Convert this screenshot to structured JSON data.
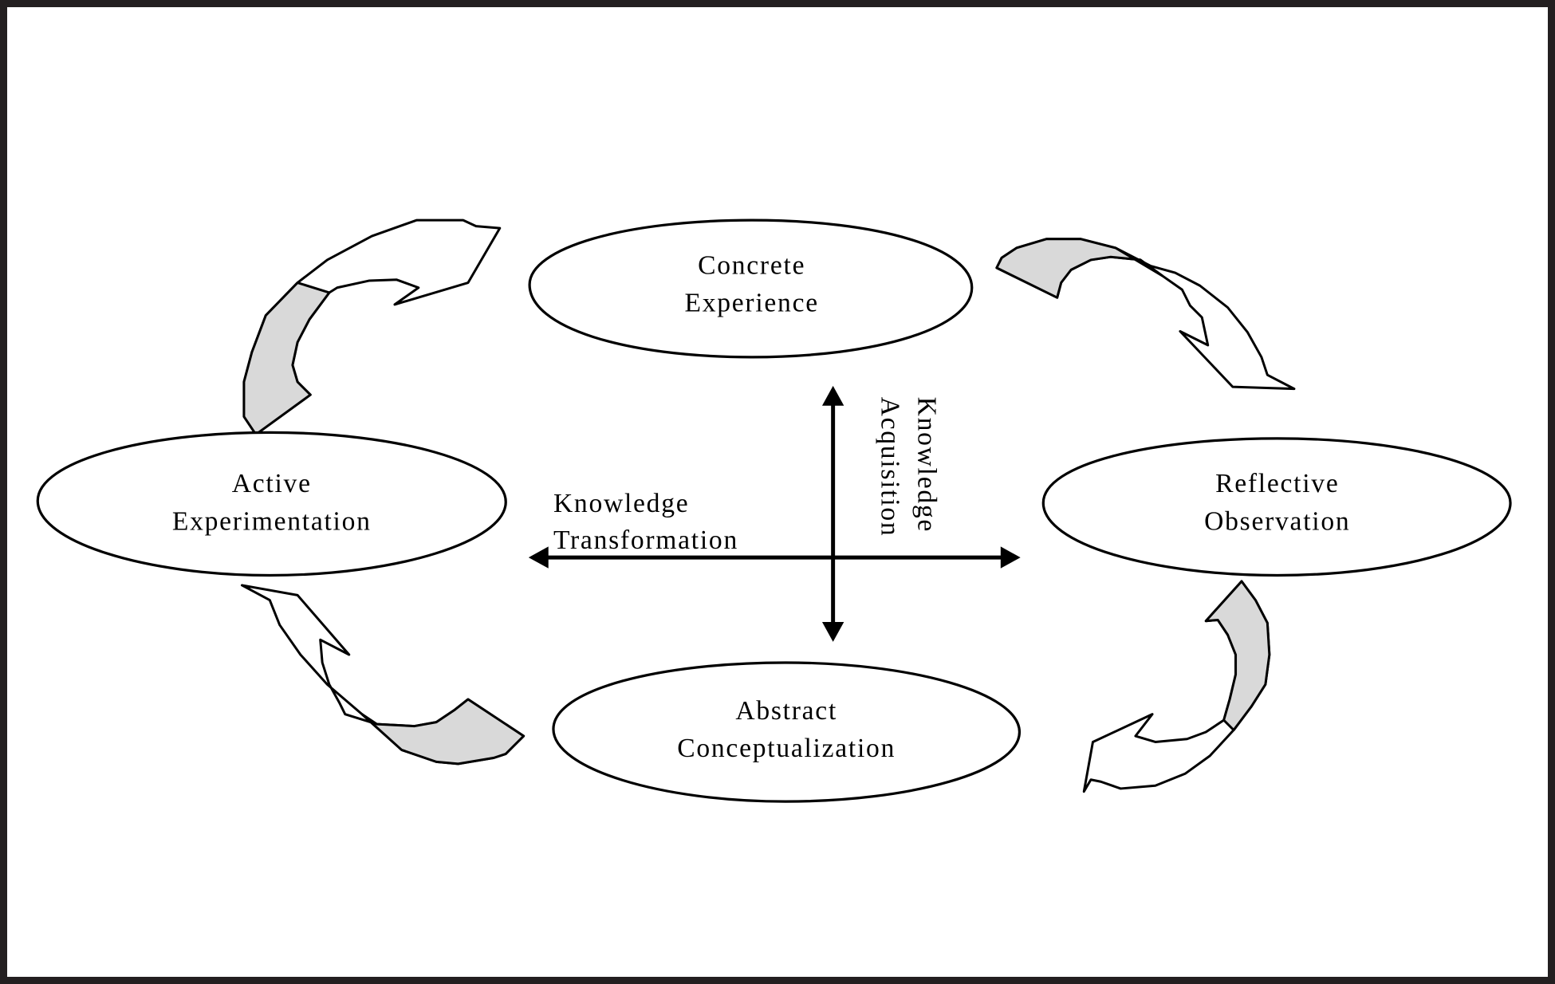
{
  "diagram": {
    "title": "Experiential learning cycle",
    "nodes": [
      {
        "id": "concrete",
        "line1": "Concrete",
        "line2": "Experience"
      },
      {
        "id": "reflective",
        "line1": "Reflective",
        "line2": "Observation"
      },
      {
        "id": "abstract",
        "line1": "Abstract",
        "line2": "Conceptualization"
      },
      {
        "id": "active",
        "line1": "Active",
        "line2": "Experimentation"
      }
    ],
    "axes": {
      "horizontal": {
        "line1": "Knowledge",
        "line2": "Transformation"
      },
      "vertical": {
        "line1": "Knowledge",
        "line2": "Acquisition"
      }
    },
    "cycle_direction": "clockwise",
    "colors": {
      "frame": "#231f20",
      "arrow_shade": "#d9d9d9",
      "stroke": "#000000",
      "background": "#ffffff"
    }
  }
}
